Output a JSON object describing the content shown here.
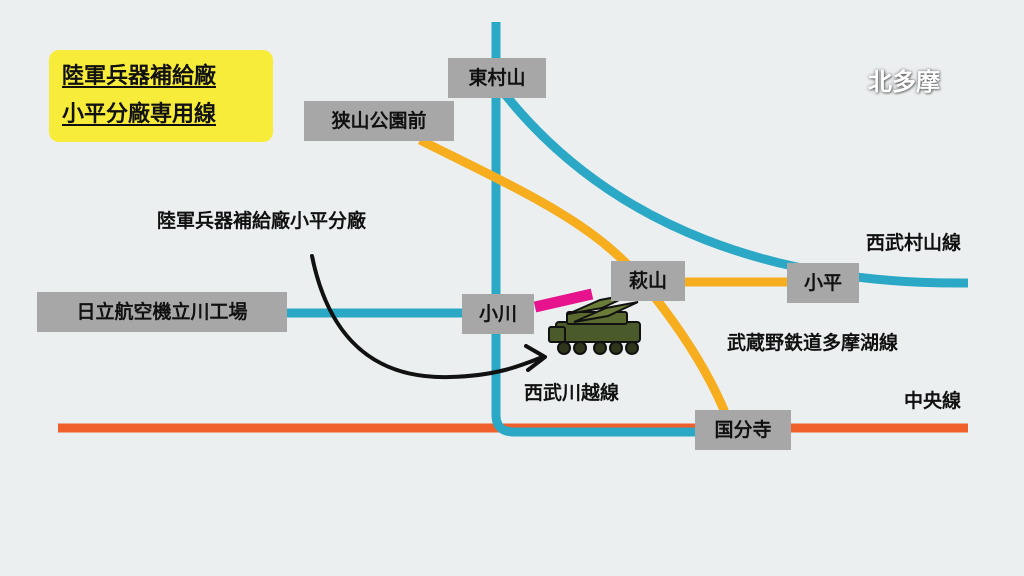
{
  "title": {
    "line1": "陸軍兵器補給廠",
    "line2": "小平分廠専用線"
  },
  "region_label": "北多摩",
  "stations": {
    "higashimurayama": "東村山",
    "sayamakoenmae": "狭山公園前",
    "hagiyama": "萩山",
    "kodaira": "小平",
    "ogawa": "小川",
    "kokubunji": "国分寺",
    "hitachi": "日立航空機立川工場"
  },
  "line_labels": {
    "seibu_murayama": "西武村山線",
    "musashino_tamako": "武蔵野鉄道多摩湖線",
    "seibu_kawagoe": "西武川越線",
    "chuo": "中央線"
  },
  "annotation": "陸軍兵器補給廠小平分廠",
  "colors": {
    "seibu_murayama_line": "#2aa8c5",
    "musashino_tamako_line": "#f6ad1e",
    "chuo_line": "#ef5f2b",
    "spur_line": "#e6138c",
    "station_bg": "#a7a7a7",
    "title_bg": "#f7ec3a",
    "background": "#eceff0"
  },
  "icons": {
    "annotation_arrow": "curved-arrow-icon",
    "depot": "missile-launcher-truck-icon"
  }
}
